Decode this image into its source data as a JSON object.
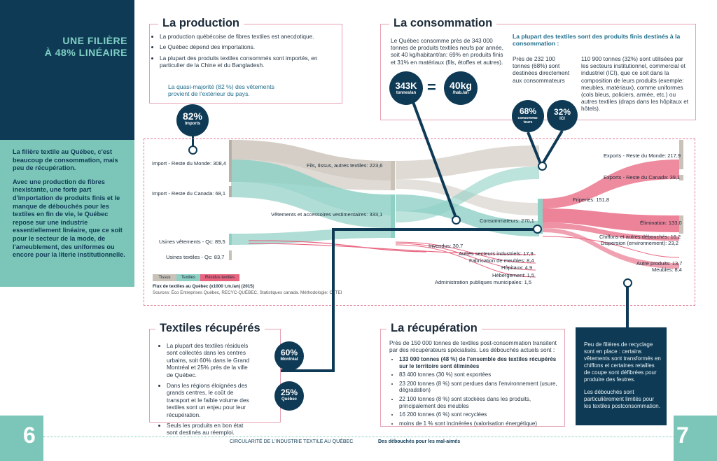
{
  "left_banner": {
    "title_line1": "UNE FILIÈRE",
    "title_line2": "À 48% LINÉAIRE",
    "para1": "La filière textile au Québec, c'est beaucoup de consommation, mais peu de récupération.",
    "para2": "Avec une production de fibres inexistante, une forte part d'importation de produits finis et le manque de débouchés pour les textiles en fin de vie, le Québec repose sur une industrie essentiellement linéaire, que ce soit pour le secteur de la mode, de l'ameublement, des uniformes ou encore pour la literie institutionnelle."
  },
  "production": {
    "title": "La production",
    "bullets": [
      "La production québécoise de fibres textiles est anecdotique.",
      "Le Québec dépend des importations.",
      "La plupart des produits textiles consommés sont importés, en particulier de la Chine et du Bangladesh."
    ],
    "highlight": "La quasi-majorité (82 %) des vêtements provient de l'extérieur du pays.",
    "circle_value": "82%",
    "circle_label": "Imports"
  },
  "consommation": {
    "title": "La consommation",
    "text": "Le Québec consomme près de 343 000 tonnes de produits textiles neufs par année, soit 40 kg/habitant/an: 69% en produits finis et 31% en matériaux (fils, étoffes et autres).",
    "subtitle": "La plupart des textiles sont des produits finis destinés à la consommation :",
    "col1": "Près de 232 100 tonnes (68%) sont destinées directement aux consommateurs",
    "col2": "110 900 tonnes (32%) sont utilisées par les secteurs institutionnel, commercial et industriel (ICI), que ce soit dans la composition de leurs produits (exemple: meubles, matériaux), comme uniformes (cols bleus, policiers, armée, etc.) ou autres textiles (draps dans les hôpitaux et hôtels).",
    "c1_value": "343K",
    "c1_label": "tonnes/an",
    "equals": "=",
    "c2_value": "40kg",
    "c2_label": "/hab./an",
    "c3_value": "68%",
    "c3_label": "consomma-teurs",
    "c4_value": "32%",
    "c4_label": "ICI"
  },
  "sankey": {
    "left_labels": [
      "Import - Reste du Monde: 308,4",
      "Import - Reste du Canada: 68,1",
      "Usines vêtements - Qc: 89,5",
      "Usines textiles - Qc: 83,7"
    ],
    "mid_labels": [
      "Fils, tissus, autres textiles: 223,6",
      "Vêtements et accessoires vestimentaires: 333,1",
      "Consommateurs: 270,1",
      "Invendus: 30,7",
      "Autres secteurs industriels: 17,9",
      "Fabrication de meubles: 8,4",
      "Hôpitaux: 4,9",
      "Hébergement: 1,5",
      "Administration publiques municipales: 1,5"
    ],
    "right_labels": [
      "Exports - Reste du Monde: 217,9",
      "Exports - Reste du Canada: 39,1",
      "Friperies: 151,8",
      "Élimination: 133,0",
      "Chiffons et autres débouchés: 16,2",
      "Dispersion (environnement): 23,2",
      "Autre produits: 13,7",
      "Meubles: 8,4"
    ],
    "legend": [
      "Tissus",
      "Textiles",
      "Résidus textiles"
    ],
    "caption": "Flux de textiles au Québec (x1000 t.m./an) (2015)",
    "sources": "Sources: Éco Entreprises Québec, RECYC-QUÉBEC, Statistiques canada. Méthodologie: CTTEI",
    "colors": {
      "tissus": "#c9c2b8",
      "textiles": "#8fd0c5",
      "residus": "#e8647f"
    }
  },
  "recuperes": {
    "title": "Textiles récupérés",
    "bullets": [
      "La plupart des textiles résiduels sont collectés dans les centres urbains, soit 60% dans le Grand Montréal et 25% près de la ville de Québec.",
      "Dans les régions éloignées des grands centres, le coût de transport et le faible volume des textiles sont un enjeu pour leur récupération.",
      "Seuls les produits en bon état sont destinés au réemploi."
    ],
    "c1_value": "60%",
    "c1_label": "Montréal",
    "c2_value": "25%",
    "c2_label": "Québec"
  },
  "recuperation": {
    "title": "La récupération",
    "intro": "Près de 150 000 tonnes de textiles post-consommation transitent par des récupérateurs spécialisés. Les débouchés actuels sont :",
    "bullets": [
      "133 000 tonnes (48 %) de l'ensemble des textiles récupérés sur le territoire sont éliminées",
      "83 400 tonnes (30 %) sont exportées",
      "23 200 tonnes (8 %) sont perdues dans l'environnement (usure, dégradation)",
      "22 100 tonnes (8 %) sont stockées dans les produits, principalement des meubles",
      "16 200 tonnes (6 %) sont recyclées",
      "moins de 1 % sont incinérées (valorisation énergétique)"
    ]
  },
  "navbox": {
    "p1": "Peu de filières de recyclage sont en place : certains vêtements sont transformés en chiffons et certaines retailles de coupe sont défibrées pour produire des feutres.",
    "p2": "Les débouchés sont particulièrement limités pour les textiles postconsommation."
  },
  "footer": {
    "page_left": "6",
    "page_right": "7",
    "left_text": "CIRCULARITÉ DE L'INDUSTRIE TEXTILE AU QUÉBEC",
    "right_text": "Des débouchés pour les mal-aimés"
  }
}
